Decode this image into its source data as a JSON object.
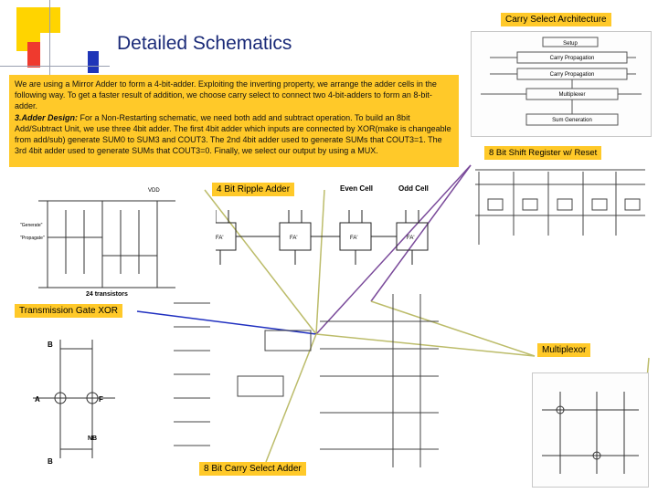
{
  "title": "Detailed Schematics",
  "description": {
    "p1": "We are using a Mirror Adder to form a 4-bit-adder. Exploiting the inverting property, we arrange the adder cells in the following way. To get a faster result of addition, we choose carry select to connect two 4-bit-adders to form an 8-bit-adder.",
    "p2_heading": "3.Adder Design:",
    "p2_text": " For a Non-Restarting schematic, we need both add and subtract operation. To build an 8bit Add/Subtract Unit, we use three 4bit adder. The first 4bit adder which inputs are connected by XOR(make is changeable from add/sub) generate SUM0 to SUM3 and COUT3. The 2nd 4bit adder used to generate SUMs that COUT3=1. The 3rd 4bit adder used to generate SUMs that COUT3=0. Finally, we select our output by using a MUX."
  },
  "labels": {
    "carry_select_arch": "Carry Select Architecture",
    "shift_register": "8 Bit Shift Register w/ Reset",
    "ripple_adder": "4 Bit Ripple Adder",
    "tg_xor": "Transmission Gate XOR",
    "multiplexor": "Multiplexor",
    "carry_select_adder": "8 Bit Carry Select Adder"
  },
  "schematic_text": {
    "even_cell": "Even Cell",
    "odd_cell": "Odd Cell",
    "fa": "FA'",
    "transistors": "24 transistors",
    "generate": "\"Generate\"",
    "propagate": "\"Propagate\"",
    "vdd": "VDD",
    "multiplexer": "Multiplexer",
    "carry_propagation": "Carry Propagation",
    "setup": "Setup",
    "sum_generation": "Sum Generation"
  },
  "colors": {
    "accent": "#ffc929",
    "title": "#1a2a78",
    "connector_olive": "#bcbc6a",
    "connector_blue": "#2030c0",
    "connector_purple": "#7a4a9a"
  }
}
